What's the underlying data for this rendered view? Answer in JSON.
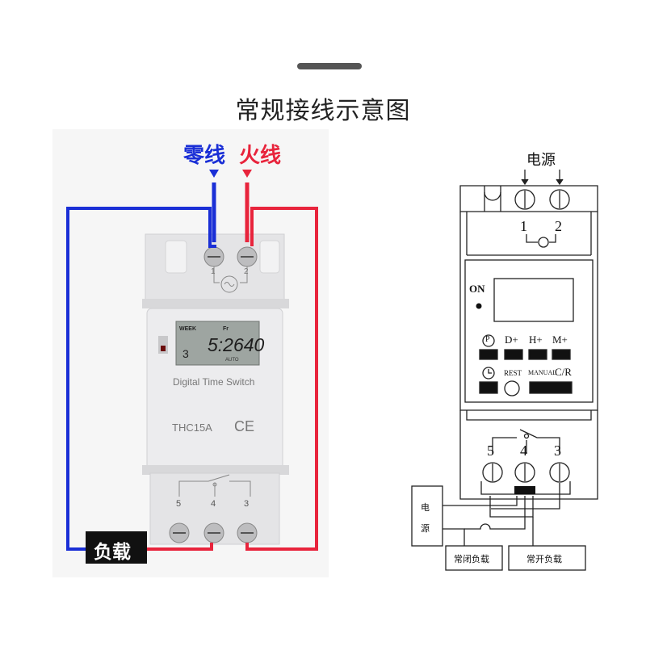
{
  "title": "常规接线示意图",
  "photo": {
    "neutral_label": "零线",
    "live_label": "火线",
    "neutral_color": "#1a2fd6",
    "live_color": "#e8243c",
    "load_label": "负载",
    "terminal_top_numbers": [
      "1",
      "2"
    ],
    "terminal_bottom_numbers": [
      "5",
      "4",
      "3"
    ],
    "lcd_week": "WEEK",
    "lcd_fr": "Fr",
    "lcd_day": "3",
    "lcd_time": "5:2640",
    "lcd_auto": "AUTO",
    "device_caption": "Digital Time Switch",
    "model": "THC15A",
    "ce_mark": "CE"
  },
  "schematic": {
    "power_top": "电源",
    "top_numbers": [
      "1",
      "2"
    ],
    "on_label": "ON",
    "button_labels_row1": [
      "D+",
      "H+",
      "M+"
    ],
    "p_symbol": "P",
    "rest_label": "REST",
    "manual_label": "MANUAL",
    "cr_label": "C/R",
    "bottom_numbers": [
      "5",
      "4",
      "3"
    ],
    "power_side_1": "电",
    "power_side_2": "源",
    "nc_load": "常闭负载",
    "no_load": "常开负载"
  }
}
